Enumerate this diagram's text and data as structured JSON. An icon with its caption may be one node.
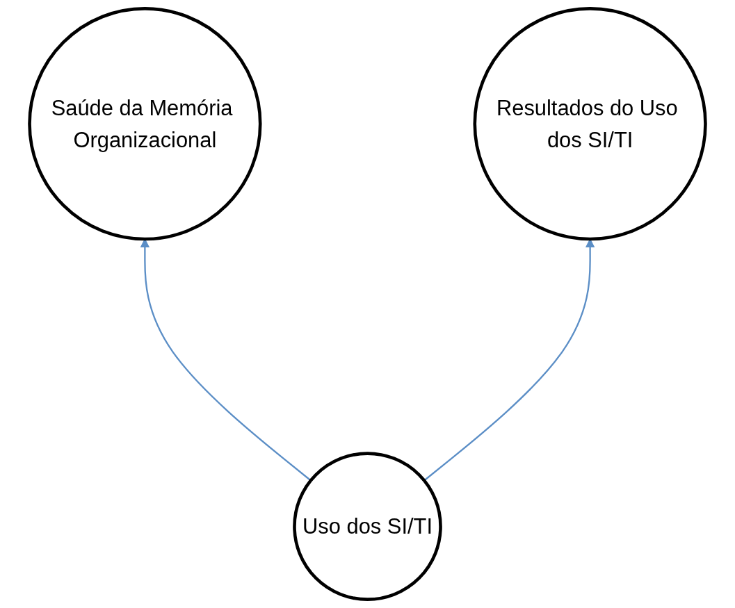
{
  "diagram": {
    "nodes": [
      {
        "text": [
          "Saúde da Memória Organizacional"
        ]
      },
      {
        "text": [
          "Uso dos SI/TI"
        ]
      },
      {
        "text": [
          "Resultados do Uso dos SI/TI"
        ]
      }
    ],
    "edges": [
      {
        "from": 1,
        "to": 0,
        "arrow": "to"
      },
      {
        "from": 1,
        "to": 2,
        "arrow": "to"
      }
    ]
  }
}
